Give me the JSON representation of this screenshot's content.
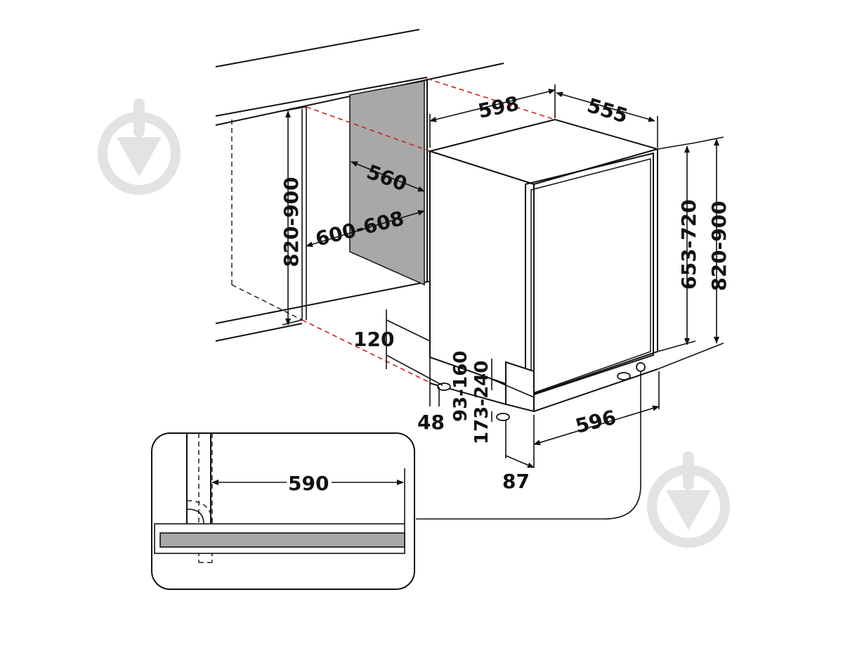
{
  "colors": {
    "line": "#111111",
    "guide_red": "#cc2222",
    "panel_gray": "#a8a8a8",
    "watermark": "#e6e6e6"
  },
  "icons": {
    "watermark": "drop-pin-watermark-icon"
  },
  "dimensions": {
    "appliance_width": "598",
    "appliance_depth": "555",
    "niche_depth": "560",
    "niche_width": "600-608",
    "niche_height": "820-900",
    "body_height": "653-720",
    "total_height": "820-900",
    "plinth_recess": "120",
    "kick_height": "93-160",
    "foot_height": "173-240",
    "side_gap": "48",
    "front_width": "596",
    "front_offset": "87",
    "detail_width": "590"
  }
}
